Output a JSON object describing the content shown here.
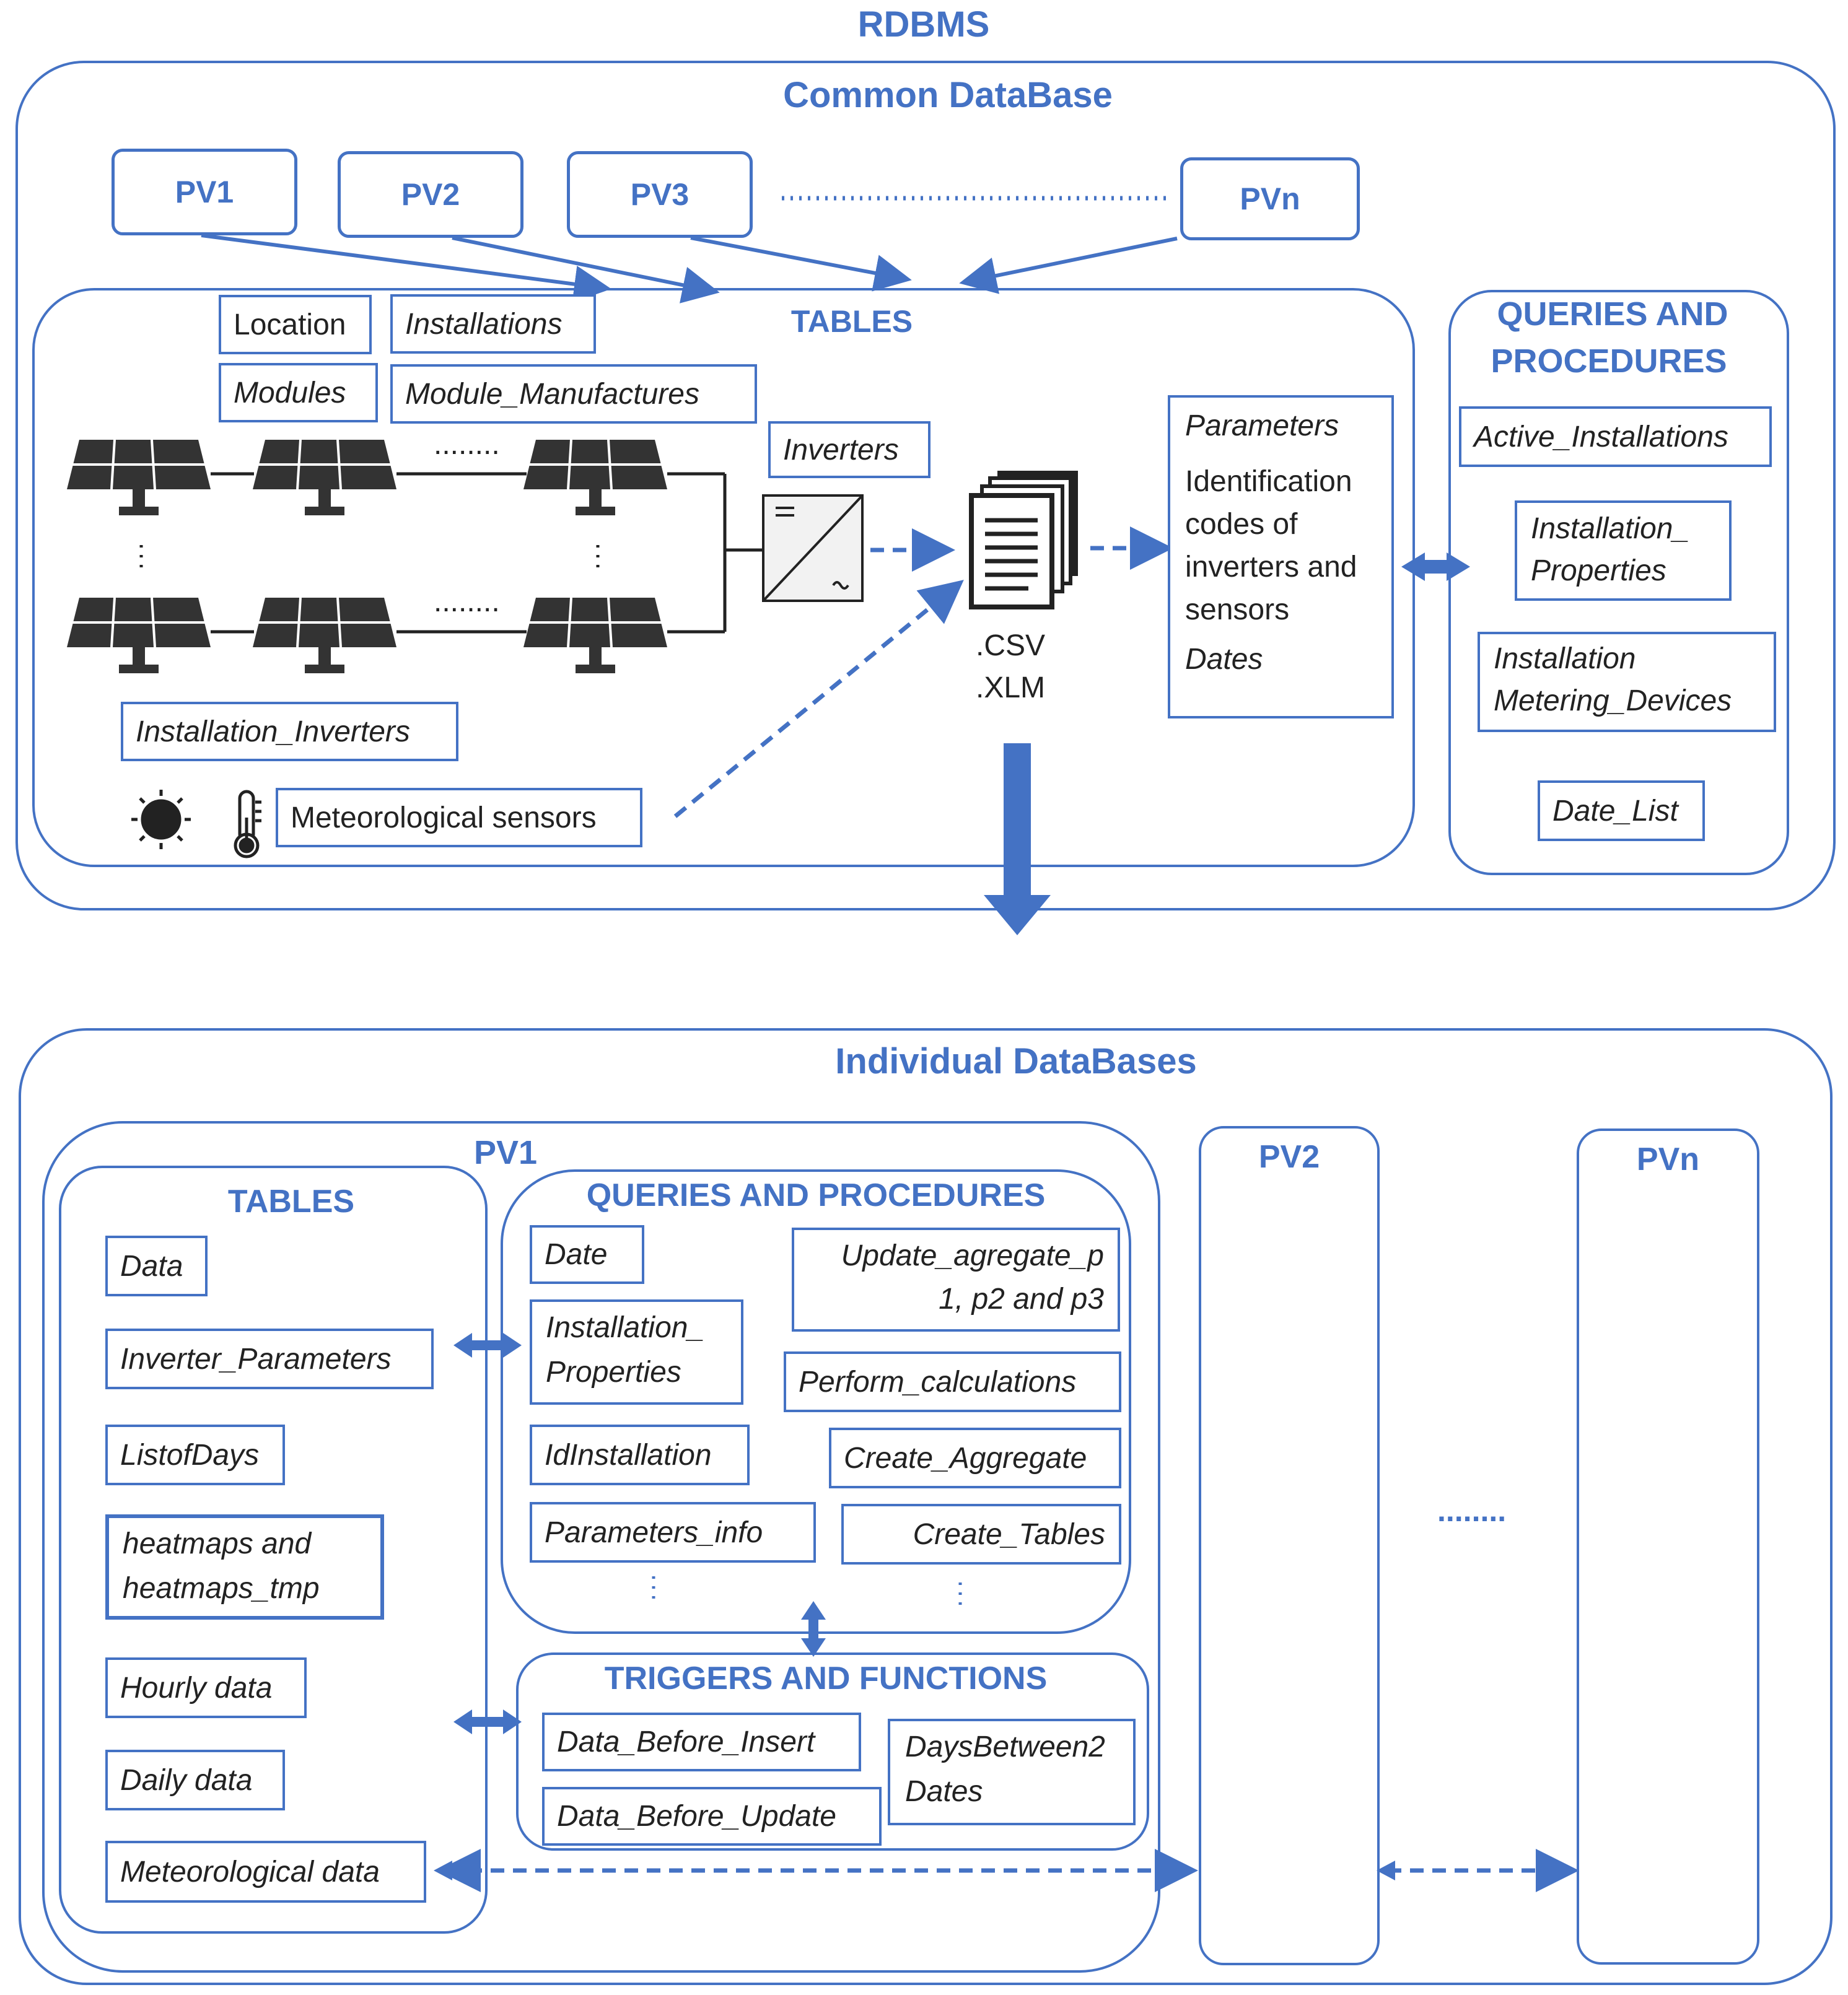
{
  "rdbms_title": "RDBMS",
  "common": {
    "title": "Common DataBase",
    "pv_boxes": [
      "PV1",
      "PV2",
      "PV3",
      "PVn"
    ],
    "tables_title": "TABLES",
    "tables": {
      "location": "Location",
      "installations": "Installations",
      "modules": "Modules",
      "module_manufactures": "Module_Manufactures",
      "inverters": "Inverters",
      "installation_inverters": "Installation_Inverters",
      "meteorological_sensors": "Meteorological sensors"
    },
    "file_formats": [
      ".CSV",
      ".XLM"
    ],
    "parameters_box": {
      "parameters": "Parameters",
      "identification": [
        "Identification",
        "codes of",
        "inverters and",
        "sensors"
      ],
      "dates": "Dates"
    },
    "queries_title": [
      "QUERIES AND",
      "PROCEDURES"
    ],
    "queries": {
      "active_installations": "Active_Installations",
      "installation_properties": [
        "Installation_",
        "Properties"
      ],
      "installation_metering": [
        "Installation",
        "Metering_Devices"
      ],
      "date_list": "Date_List"
    },
    "dots_panels": "........",
    "dots_pv": "........................................"
  },
  "individual": {
    "title": "Individual DataBases",
    "pv1_title": "PV1",
    "tables_title": "TABLES",
    "tables": {
      "data": "Data",
      "inverter_parameters": "Inverter_Parameters",
      "listofdays": "ListofDays",
      "heatmaps": [
        "heatmaps and",
        "heatmaps_tmp"
      ],
      "hourly_data": "Hourly data",
      "daily_data": "Daily data",
      "meteorological_data": "Meteorological data"
    },
    "queries_title": "QUERIES AND PROCEDURES",
    "queries": {
      "date": "Date",
      "update_aggregate": [
        "Update_agregate_p",
        "1, p2 and p3"
      ],
      "installation_properties": [
        "Installation_",
        "Properties"
      ],
      "perform_calculations": "Perform_calculations",
      "idinstallation": "IdInstallation",
      "create_aggregate": "Create_Aggregate",
      "parameters_info": "Parameters_info",
      "create_tables": "Create_Tables"
    },
    "triggers_title": "TRIGGERS AND FUNCTIONS",
    "triggers": {
      "data_before_insert": "Data_Before_Insert",
      "data_before_update": "Data_Before_Update",
      "days_between": [
        "DaysBetween2",
        "Dates"
      ]
    },
    "pv2_title": "PV2",
    "pvn_title": "PVn",
    "ellipsis": "........"
  },
  "colors": {
    "accent": "#4472c4",
    "text": "#222222"
  }
}
